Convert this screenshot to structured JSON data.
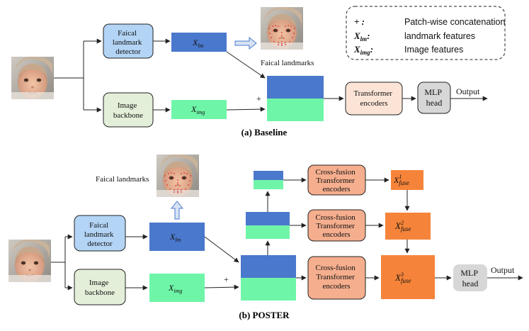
{
  "legend": {
    "items": [
      {
        "symbol": "+ :",
        "text": "Patch-wise concatenation"
      },
      {
        "symbol": "X",
        "sub": "lm",
        "colon": ":",
        "text": "landmark features"
      },
      {
        "symbol": "X",
        "sub": "img",
        "colon": ":",
        "text": "Image features"
      }
    ]
  },
  "baseline": {
    "caption": "(a) Baseline",
    "detector": [
      "Faical",
      "landmark",
      "detector"
    ],
    "backbone": [
      "Image",
      "backbone"
    ],
    "x_lm": {
      "base": "X",
      "sub": "lm"
    },
    "x_img": {
      "base": "X",
      "sub": "img"
    },
    "landmarks_label": "Faical landmarks",
    "plus": "+",
    "transformer": [
      "Transformer",
      "encoders"
    ],
    "mlp": [
      "MLP",
      "head"
    ],
    "output": "Output"
  },
  "poster": {
    "caption": "(b) POSTER",
    "detector": [
      "Faical",
      "landmark",
      "detector"
    ],
    "backbone": [
      "Image",
      "backbone"
    ],
    "x_lm": {
      "base": "X",
      "sub": "lm"
    },
    "x_img": {
      "base": "X",
      "sub": "img"
    },
    "landmarks_label": "Faical landmarks",
    "plus": "+",
    "cross_fusion": [
      [
        "Cross-fusion",
        "Transformer",
        "encoders"
      ],
      [
        "Cross-fusion",
        "Transformer",
        "encoders"
      ],
      [
        "Cross-fusion",
        "Transformer",
        "encoders"
      ]
    ],
    "x_fuse": [
      {
        "base": "X",
        "sup": "1",
        "sub": "fuse"
      },
      {
        "base": "X",
        "sup": "2",
        "sub": "fuse"
      },
      {
        "base": "X",
        "sup": "3",
        "sub": "fuse"
      }
    ],
    "mlp": [
      "MLP",
      "head"
    ],
    "output": "Output"
  },
  "colors": {
    "detector": "#b3d4f5",
    "backbone": "#e3efd9",
    "x_lm": "#4a78cc",
    "x_img": "#6ff5a8",
    "transformer": "#fbe4d6",
    "cross_fusion": "#f5ae8e",
    "fuse": "#f5843a",
    "mlp": "#d7d7d7"
  },
  "icons": [
    "child-face-photo",
    "child-face-landmarks-photo",
    "hollow-arrow-right-icon",
    "hollow-arrow-up-icon"
  ]
}
